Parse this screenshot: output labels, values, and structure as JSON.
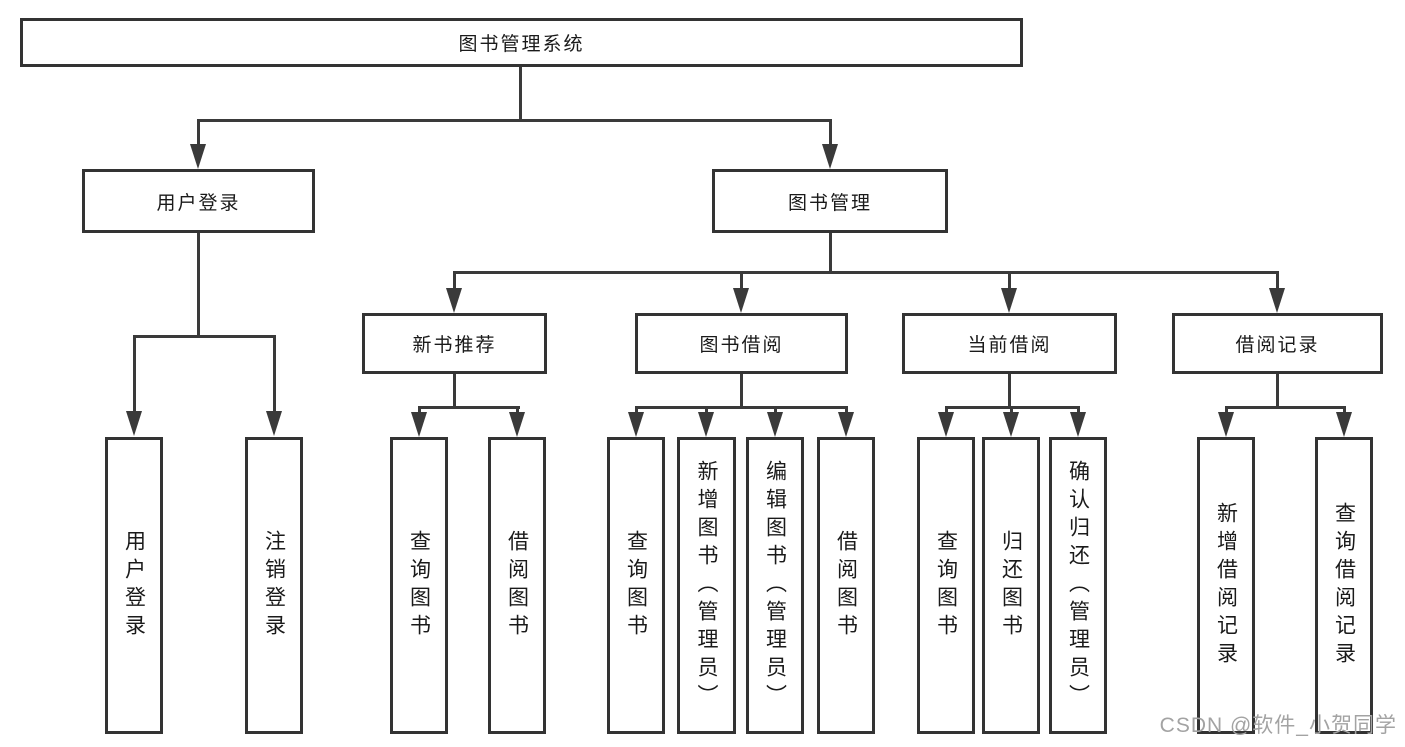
{
  "tree": {
    "root": {
      "label": "图书管理系统"
    },
    "level2": [
      {
        "label": "用户登录",
        "leaves": [
          {
            "label": "用户登录"
          },
          {
            "label": "注销登录"
          }
        ]
      },
      {
        "label": "图书管理",
        "groups": [
          {
            "label": "新书推荐",
            "leaves": [
              {
                "label": "查询图书"
              },
              {
                "label": "借阅图书"
              }
            ]
          },
          {
            "label": "图书借阅",
            "leaves": [
              {
                "label": "查询图书"
              },
              {
                "label": "新增图书（管理员）"
              },
              {
                "label": "编辑图书（管理员）"
              },
              {
                "label": "借阅图书"
              }
            ]
          },
          {
            "label": "当前借阅",
            "leaves": [
              {
                "label": "查询图书"
              },
              {
                "label": "归还图书"
              },
              {
                "label": "确认归还（管理员）"
              }
            ]
          },
          {
            "label": "借阅记录",
            "leaves": [
              {
                "label": "新增借阅记录"
              },
              {
                "label": "查询借阅记录"
              }
            ]
          }
        ]
      }
    ]
  },
  "watermark": {
    "text": "CSDN @软件_小贺同学"
  },
  "colors": {
    "line": "#3a3a3a",
    "box_border": "#333333",
    "text": "#1a1a1a",
    "background": "#ffffff",
    "watermark": "#a3a3a3"
  }
}
